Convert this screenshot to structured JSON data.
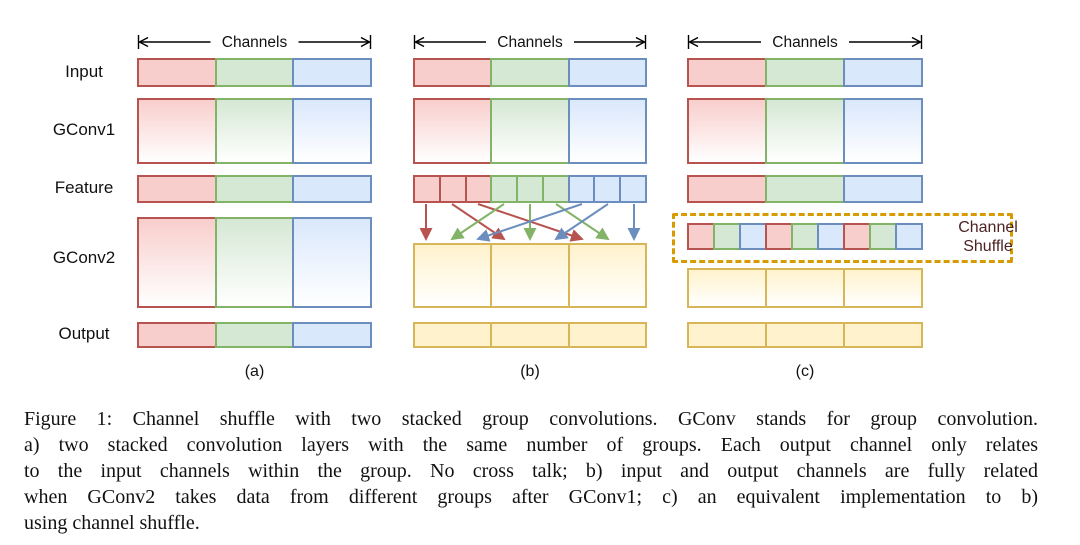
{
  "figure": {
    "channels_label": "Channels",
    "row_labels": [
      "Input",
      "GConv1",
      "Feature",
      "GConv2",
      "Output"
    ],
    "panel_labels": [
      "(a)",
      "(b)",
      "(c)"
    ],
    "channel_shuffle_label_lines": [
      "Channel",
      "Shuffle"
    ],
    "group_order": [
      "red",
      "green",
      "blue"
    ],
    "feature_cells_b": [
      "red",
      "red",
      "red",
      "green",
      "green",
      "green",
      "blue",
      "blue",
      "blue"
    ],
    "shuffle_cell_order": [
      "red",
      "green",
      "blue",
      "red",
      "green",
      "blue",
      "red",
      "green",
      "blue"
    ],
    "cross_arrows": [
      {
        "from": 1,
        "to": 1,
        "color": "red"
      },
      {
        "from": 2,
        "to": 4,
        "color": "red"
      },
      {
        "from": 3,
        "to": 7,
        "color": "red"
      },
      {
        "from": 4,
        "to": 2,
        "color": "green"
      },
      {
        "from": 5,
        "to": 5,
        "color": "green"
      },
      {
        "from": 6,
        "to": 8,
        "color": "green"
      },
      {
        "from": 7,
        "to": 3,
        "color": "blue"
      },
      {
        "from": 8,
        "to": 6,
        "color": "blue"
      },
      {
        "from": 9,
        "to": 9,
        "color": "blue"
      }
    ],
    "colors": {
      "red": {
        "fill": "#f8cecc",
        "stroke": "#b85450"
      },
      "green": {
        "fill": "#d5e8d4",
        "stroke": "#82b366"
      },
      "blue": {
        "fill": "#dae8fc",
        "stroke": "#6c8ebf"
      },
      "yellow": {
        "fill": "#fff2cc",
        "stroke": "#d6b656"
      },
      "shuffle_box_border": "#d79b00",
      "shuffle_text": "#4d2323",
      "line_color": "#000000"
    }
  },
  "caption": {
    "lines": [
      "Figure 1: Channel shuffle with two stacked group convolutions. GConv stands for group convolution.",
      "a) two stacked convolution layers with the same number of groups. Each output channel only relates",
      "to the input channels within the group. No cross talk; b) input and output channels are fully related",
      "when GConv2 takes data from different groups after GConv1; c) an equivalent implementation to b)",
      "using channel shuffle."
    ]
  }
}
